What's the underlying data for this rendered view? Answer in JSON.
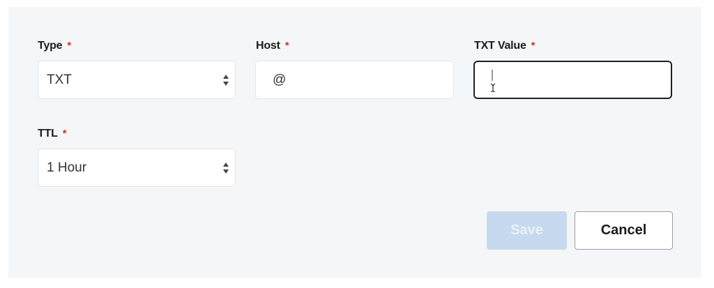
{
  "form": {
    "type": {
      "label": "Type",
      "required_mark": "*",
      "value": "TXT"
    },
    "host": {
      "label": "Host",
      "required_mark": "*",
      "value": "@"
    },
    "txt_value": {
      "label": "TXT Value",
      "required_mark": "*",
      "value": ""
    },
    "ttl": {
      "label": "TTL",
      "required_mark": "*",
      "value": "1 Hour"
    }
  },
  "actions": {
    "save_label": "Save",
    "cancel_label": "Cancel"
  },
  "colors": {
    "panel_bg": "#f5f6f8",
    "required": "#d0342c",
    "save_disabled_bg": "#c6d9ee",
    "focus_border": "#1f1f1f"
  }
}
